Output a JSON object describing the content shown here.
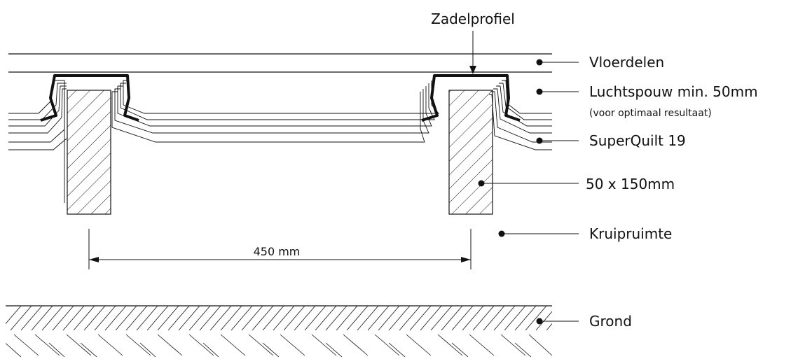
{
  "labels": {
    "top": "Zadelprofiel",
    "floorboards": "Vloerdelen",
    "air_gap": "Luchtspouw min. 50mm",
    "air_gap_note": "(voor optimaal resultaat)",
    "insulation": "SuperQuilt 19",
    "joist": "50 x 150mm",
    "crawlspace": "Kruipruimte",
    "ground": "Grond"
  },
  "dimension": {
    "label": "450 mm"
  },
  "colors": {
    "line": "#111111",
    "background": "#ffffff"
  }
}
